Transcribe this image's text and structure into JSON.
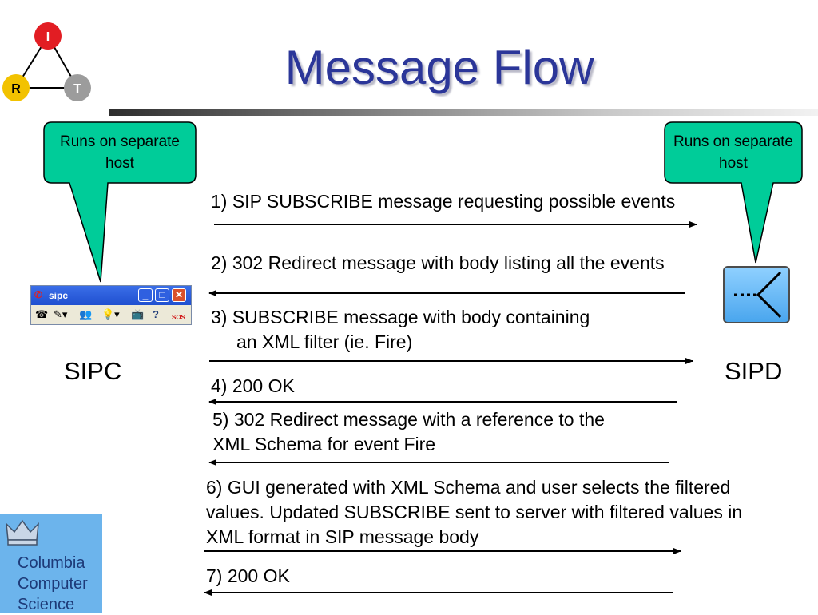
{
  "slide": {
    "title": "Message Flow"
  },
  "logo": {
    "nodes": [
      "I",
      "R",
      "T"
    ],
    "colors": {
      "I": "#e21d23",
      "R": "#f2c200",
      "T": "#9c9c9c"
    }
  },
  "callouts": {
    "left": "Runs on separate host",
    "right": "Runs on separate host",
    "fill": "#00cc99"
  },
  "sipc_window": {
    "title": "sipc",
    "toolbar_icons": [
      "phone-icon",
      "edit-icon",
      "people-icon",
      "bulb-icon",
      "tv-icon",
      "help-icon",
      "sos-icon"
    ],
    "sos_label": "SOS",
    "help_label": "?"
  },
  "labels": {
    "sipc": "SIPC",
    "sipd": "SIPD"
  },
  "messages": [
    {
      "step": 1,
      "lines": [
        "1) SIP SUBSCRIBE message requesting possible events"
      ],
      "direction": "right"
    },
    {
      "step": 2,
      "lines": [
        "2) 302 Redirect message with body listing all the events"
      ],
      "direction": "left"
    },
    {
      "step": 3,
      "lines": [
        "3) SUBSCRIBE message with body containing",
        "an XML filter (ie. Fire)"
      ],
      "direction": "right"
    },
    {
      "step": 4,
      "lines": [
        "4) 200 OK"
      ],
      "direction": "left"
    },
    {
      "step": 5,
      "lines": [
        "5) 302 Redirect message with a reference to the",
        "XML Schema for event Fire"
      ],
      "direction": "left"
    },
    {
      "step": 6,
      "lines": [
        "6) GUI generated with XML Schema and user selects the filtered",
        "values. Updated SUBSCRIBE sent to server with filtered values in",
        "XML format in SIP message body"
      ],
      "direction": "right"
    },
    {
      "step": 7,
      "lines": [
        "7) 200 OK"
      ],
      "direction": "left"
    }
  ],
  "footer_logo": {
    "lines": [
      "Columbia",
      "Computer",
      "Science"
    ],
    "background": "#6cb4ec",
    "text_color": "#1d3a78"
  }
}
